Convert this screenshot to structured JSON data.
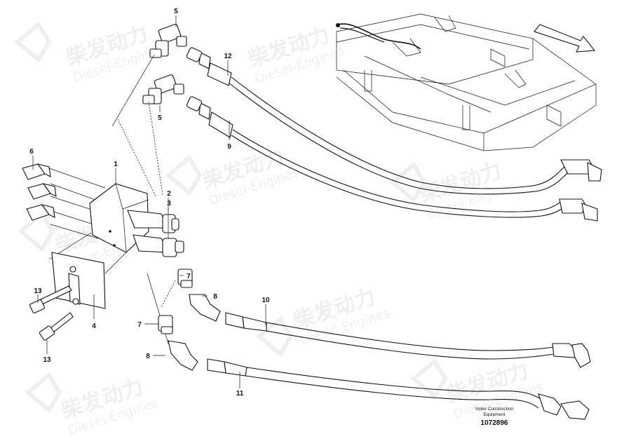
{
  "watermark": {
    "brand_cn": "柴发动力",
    "brand_en": "Diesel-Engines"
  },
  "callouts": {
    "c1": "1",
    "c2": "2",
    "c3": "3",
    "c4": "4",
    "c5a": "5",
    "c5b": "5",
    "c6": "6",
    "c7a": "7",
    "c7b": "7",
    "c8a": "8",
    "c8b": "8",
    "c9": "9",
    "c10": "10",
    "c11": "11",
    "c12": "12",
    "c13a": "13",
    "c13b": "13"
  },
  "footer": {
    "company_line1": "Volvo Construction",
    "company_line2": "Equipment",
    "drawing_number": "1072896"
  }
}
